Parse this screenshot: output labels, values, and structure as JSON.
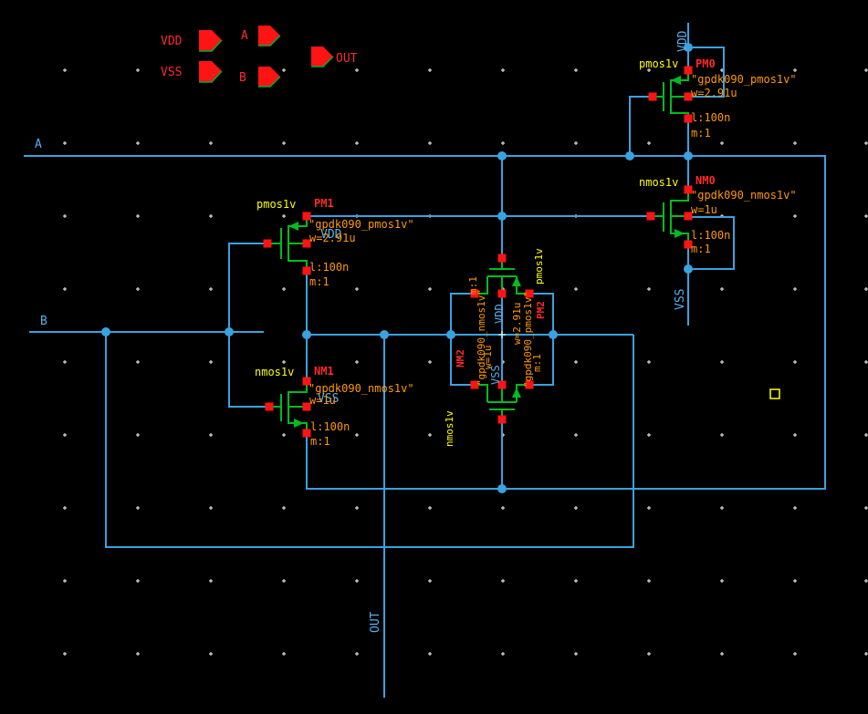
{
  "app": {
    "view": "schematic-editing-canvas"
  },
  "colors": {
    "background": "#000000",
    "wire": "#3aa2e0",
    "device": "#00bb22",
    "instance_name": "#ff2a2a",
    "property_text": "#ff9900",
    "cell_name": "#ffff00",
    "net_label": "#58b0f0",
    "pin": "#ff1414",
    "grid_dot": "#d8d8d8"
  },
  "pins": {
    "vdd": "VDD",
    "vss": "VSS",
    "a": "A",
    "b": "B",
    "out": "OUT"
  },
  "net_labels": {
    "a": "A",
    "b": "B",
    "out": "OUT",
    "vdd": "VDD",
    "vss": "VSS"
  },
  "instances": {
    "pm0": {
      "name": "PM0",
      "cell": "pmos1v",
      "model": "\"gpdk090_pmos1v\"",
      "w": "w=2.91u",
      "l": "l:100n",
      "m": "m:1"
    },
    "nm0": {
      "name": "NM0",
      "cell": "nmos1v",
      "model": "\"gpdk090_nmos1v\"",
      "w": "w=1u",
      "l": "l:100n",
      "m": "m:1"
    },
    "pm1": {
      "name": "PM1",
      "cell": "pmos1v",
      "model": "\"gpdk090_pmos1v\"",
      "w": "w=2.91u",
      "l": "l:100n",
      "m": "m:1"
    },
    "nm1": {
      "name": "NM1",
      "cell": "nmos1v",
      "model": "\"gpdk090_nmos1v\"",
      "w": "w=1u",
      "l": "l:100n",
      "m": "m:1"
    },
    "pm2": {
      "name": "PM2",
      "cell": "pmos1v",
      "model": "\"gpdk090_pmos1v\"",
      "w": "w=2.91u",
      "m": "m:1"
    },
    "nm2": {
      "name": "NM2",
      "cell": "nmos1v",
      "model": "\"gpdk090_nmos1v\"",
      "w": "w=1u",
      "m": "m:1"
    }
  }
}
